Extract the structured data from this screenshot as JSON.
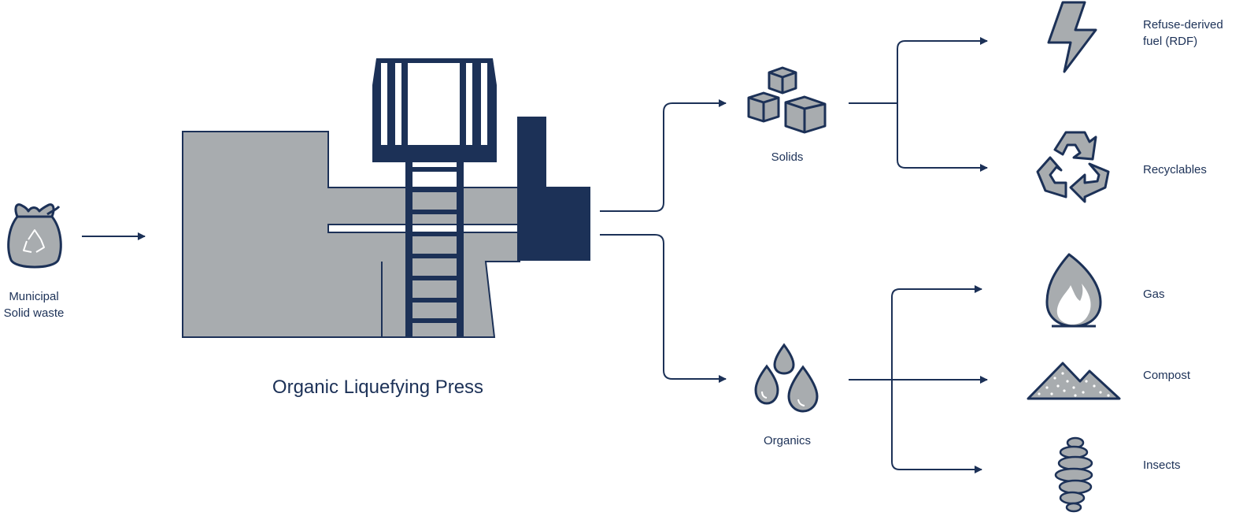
{
  "colors": {
    "navy": "#1c3157",
    "gray": "#a8acaf",
    "white": "#ffffff"
  },
  "input": {
    "label_line1": "Municipal",
    "label_line2": "Solid waste",
    "icon": "waste-bag-recycle-icon"
  },
  "machine": {
    "title": "Organic Liquefying Press"
  },
  "streams": [
    {
      "label": "Solids",
      "icon": "cubes-icon"
    },
    {
      "label": "Organics",
      "icon": "droplets-icon"
    }
  ],
  "outputs": [
    {
      "label_line1": "Refuse-derived",
      "label_line2": "fuel (RDF)",
      "icon": "lightning-icon"
    },
    {
      "label_line1": "Recyclables",
      "label_line2": "",
      "icon": "recycle-icon"
    },
    {
      "label_line1": "Gas",
      "label_line2": "",
      "icon": "flame-icon"
    },
    {
      "label_line1": "Compost",
      "label_line2": "",
      "icon": "compost-pile-icon"
    },
    {
      "label_line1": "Insects",
      "label_line2": "",
      "icon": "larva-icon"
    }
  ]
}
